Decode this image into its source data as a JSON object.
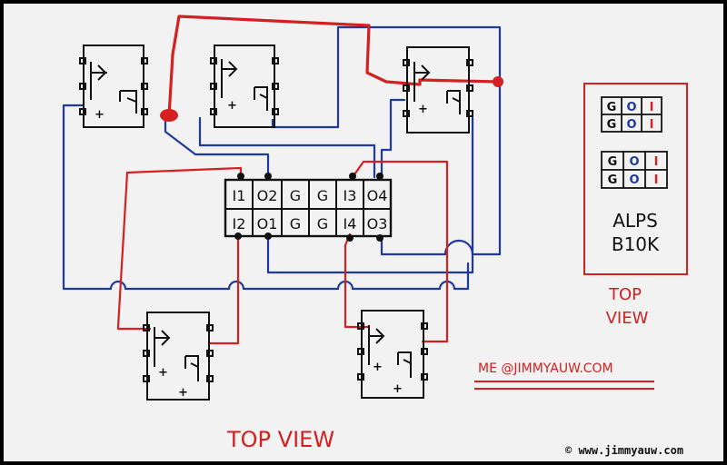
{
  "colors": {
    "red": "#d42020",
    "blue": "#1e3a9c",
    "black": "#111111",
    "paper": "#f2f2f2"
  },
  "connector": {
    "top_row": [
      "I1",
      "O2",
      "G",
      "G",
      "I3",
      "O4"
    ],
    "bottom_row": [
      "I2",
      "O1",
      "G",
      "G",
      "I4",
      "O3"
    ]
  },
  "legend": {
    "row1": [
      "G",
      "O",
      "I"
    ],
    "row2": [
      "G",
      "O",
      "I"
    ],
    "row3": [
      "G",
      "O",
      "I"
    ],
    "row4": [
      "G",
      "O",
      "I"
    ],
    "title_line1": "ALPS",
    "title_line2": "B10K"
  },
  "labels": {
    "legend_top_view_line1": "TOP",
    "legend_top_view_line2": "VIEW",
    "main_top_view": "TOP VIEW",
    "contact": "ME @JIMMYAUW.COM",
    "copyright": "© www.jimmyauw.com"
  },
  "components": {
    "plus_sign": "+"
  }
}
